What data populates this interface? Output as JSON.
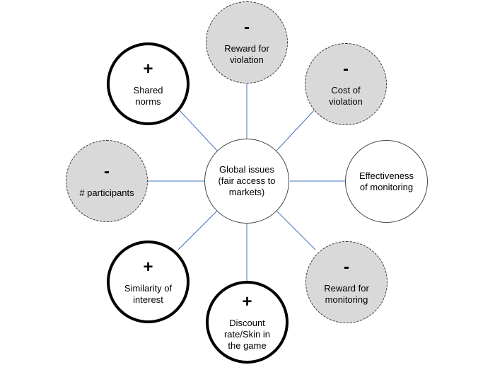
{
  "center": {
    "label": "Global issues\n(fair access to\nmarkets)"
  },
  "nodes": {
    "reward_violation": {
      "sign": "-",
      "label": "Reward for\nviolation"
    },
    "cost_violation": {
      "sign": "-",
      "label": "Cost of\nviolation"
    },
    "effectiveness": {
      "sign": "",
      "label": "Effectiveness\nof monitoring"
    },
    "reward_monitoring": {
      "sign": "-",
      "label": "Reward for\nmonitoring"
    },
    "discount_rate": {
      "sign": "+",
      "label": "Discount\nrate/Skin in\nthe game"
    },
    "similarity": {
      "sign": "+",
      "label": "Similarity of\ninterest"
    },
    "participants": {
      "sign": "-",
      "label": "# participants"
    },
    "shared_norms": {
      "sign": "+",
      "label": "Shared\nnorms"
    }
  },
  "colors": {
    "connector": "#4472c4",
    "negative_fill": "#d9d9d9",
    "positive_border": "#000000"
  }
}
